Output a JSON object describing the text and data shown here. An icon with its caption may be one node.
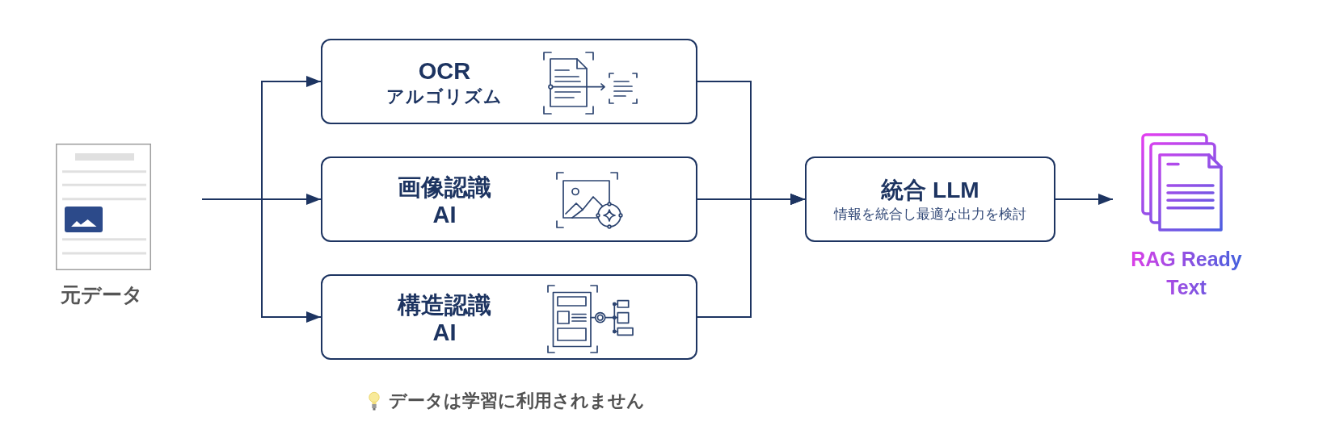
{
  "diagram": {
    "nodes": [
      {
        "text": [
          "元データ"
        ]
      },
      {
        "text": [
          "OCR",
          "アルゴリズム"
        ]
      },
      {
        "text": [
          "画像認識 AI"
        ]
      },
      {
        "text": [
          "構造認識 AI"
        ]
      },
      {
        "text": [
          "統合 LLM",
          "情報を統合し最適な出力を検討"
        ]
      },
      {
        "text": [
          "RAG Ready Text"
        ]
      }
    ],
    "edges": [
      {
        "from": 0,
        "to": 1,
        "arrow": "to"
      },
      {
        "from": 0,
        "to": 2,
        "arrow": "to"
      },
      {
        "from": 0,
        "to": 3,
        "arrow": "to"
      },
      {
        "from": 1,
        "to": 4,
        "arrow": "to"
      },
      {
        "from": 2,
        "to": 4,
        "arrow": "to"
      },
      {
        "from": 3,
        "to": 4,
        "arrow": "to"
      },
      {
        "from": 4,
        "to": 5,
        "arrow": "to"
      }
    ],
    "labels": [
      "データは学習に利用されません"
    ]
  }
}
